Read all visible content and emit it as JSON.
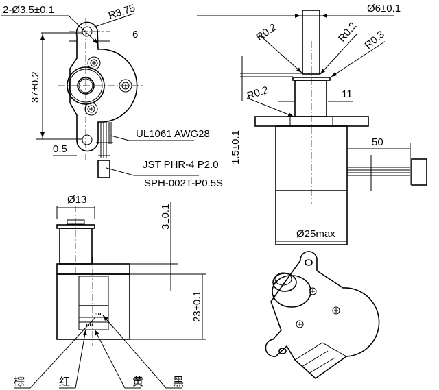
{
  "front_view": {
    "hole_spec": "2-Ø3.5±0.1",
    "radius": "R3.75",
    "offset": "6",
    "hole_pitch": "37±0.2",
    "gap": "0.5",
    "wire_spec": "UL1061 AWG28",
    "connector_spec": "JST PHR-4  P2.0",
    "terminal_spec": "SPH-002T-P0.5S"
  },
  "side_view": {
    "shaft_diameter": "Ø6±0.1",
    "radius_1": "R0.2",
    "radius_2": "R0.2",
    "radius_3": "R0.3",
    "radius_4": "R0.2",
    "hub_width": "11",
    "flange_thickness": "1.5±0.1",
    "lead_length": "50",
    "body_diameter": "Ø25max"
  },
  "top_view": {
    "hub_diameter": "Ø13",
    "shaft_height": "3±0.1",
    "body_height": "23±0.1",
    "wire_colors": [
      "棕",
      "红",
      "黄",
      "黑"
    ]
  }
}
